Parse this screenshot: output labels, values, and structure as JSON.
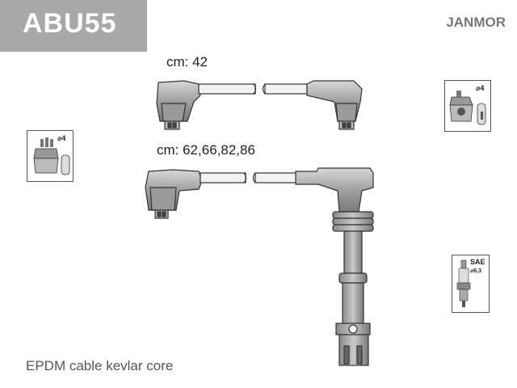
{
  "product": {
    "code": "ABU55",
    "brand": "JANMOR"
  },
  "cables": {
    "short_length_label": "cm: 42",
    "long_length_label": "cm: 62,66,82,86"
  },
  "icons": {
    "distributor_left": {
      "name": "distributor-cap-icon",
      "label": "⌀4"
    },
    "distributor_right": {
      "name": "distributor-cap-icon",
      "label": "⌀4"
    },
    "spark_plug": {
      "name": "spark-plug-icon",
      "label_top": "SAE",
      "label_bottom": "⌀6,3"
    }
  },
  "footer": {
    "description": "EPDM cable kevlar core"
  }
}
